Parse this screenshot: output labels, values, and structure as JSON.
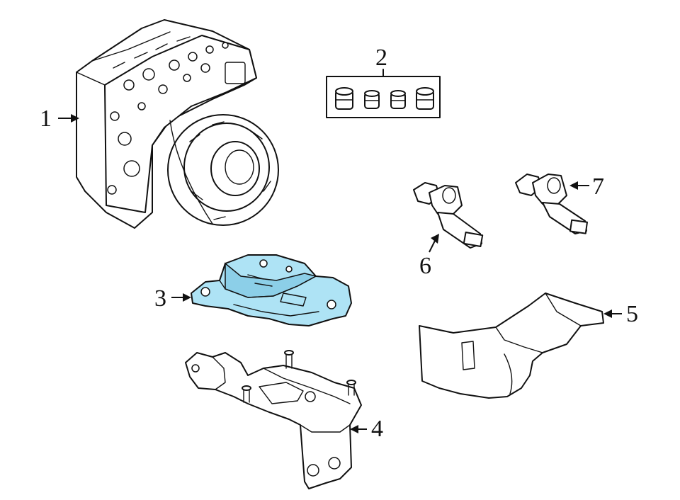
{
  "colors": {
    "highlight": "#aee3f5",
    "highlight_dark": "#8ccfe8",
    "line": "#111111"
  },
  "callouts": {
    "c1": "1",
    "c2": "2",
    "c3": "3",
    "c4": "4",
    "c5": "5",
    "c6": "6",
    "c7": "7"
  }
}
